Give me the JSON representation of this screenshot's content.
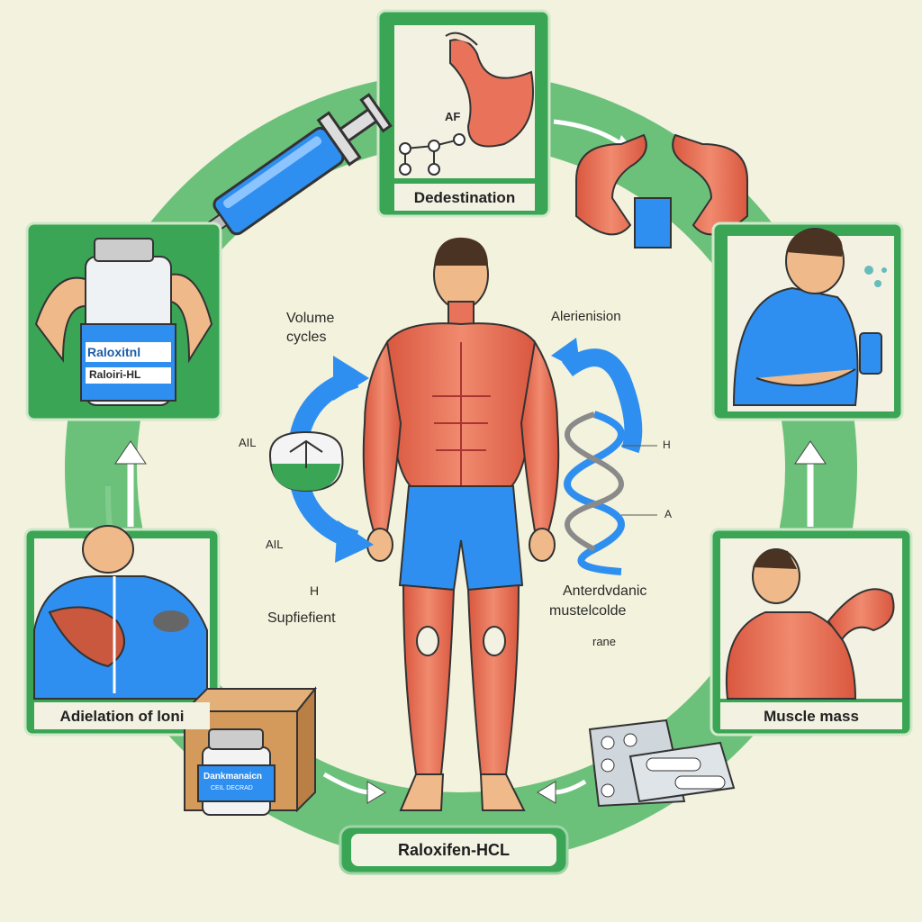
{
  "cards": {
    "top": {
      "caption": "Dedestination",
      "inner_label": "AF"
    },
    "left_top": {
      "vial_label_1": "Raloxitnl",
      "vial_label_2": "Raloiri-HL"
    },
    "left_bottom": {
      "caption": "Adielation of loni"
    },
    "right_bottom": {
      "caption": "Muscle mass"
    }
  },
  "center": {
    "left_text_1": "Volume",
    "left_text_2": "cycles",
    "left_label_ai_1": "AIL",
    "left_label_ai_2": "AIL",
    "left_label_h": "H",
    "left_text_bottom": "Supfiefient",
    "right_text_top": "Alerienision",
    "right_label_h": "H",
    "right_label_a": "A",
    "right_text_1": "Anterdvdanic",
    "right_text_2": "mustelcolde",
    "right_text_3": "rane"
  },
  "box": {
    "label_1": "Dankmanaicn",
    "label_2": "CEIL DECRAD"
  },
  "bottom_badge": {
    "label": "Raloxifen-HCL"
  },
  "colors": {
    "card_green": "#3aa655",
    "ring_green": "#6cc17a",
    "blue": "#2f8ff0",
    "muscle": "#e8735a",
    "background": "#f2f2de"
  }
}
